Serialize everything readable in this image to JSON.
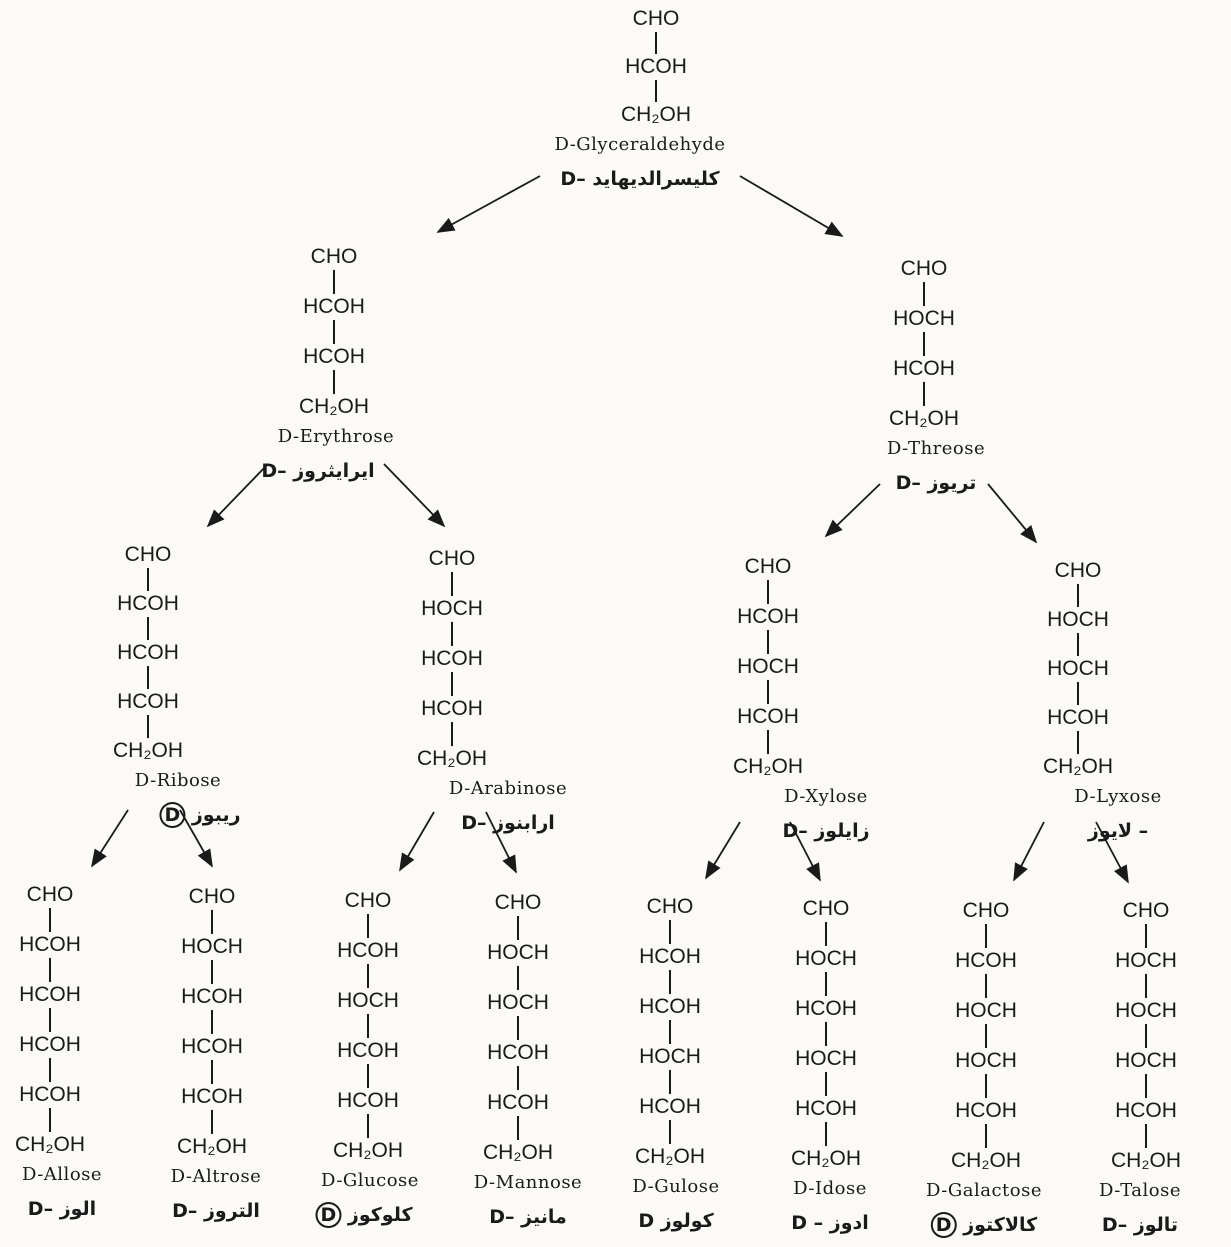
{
  "molecules": [
    {
      "id": "glyceraldehyde",
      "groups": [
        "CHO",
        "HCOH",
        "CH₂OH"
      ],
      "name": "D-Glyceraldehyde",
      "arabic": "D– کلیسرالدیهاید"
    },
    {
      "id": "erythrose",
      "groups": [
        "CHO",
        "HCOH",
        "HCOH",
        "CH₂OH"
      ],
      "name": "D-Erythrose",
      "arabic": "D– ایرایثروز"
    },
    {
      "id": "threose",
      "groups": [
        "CHO",
        "HOCH",
        "HCOH",
        "CH₂OH"
      ],
      "name": "D-Threose",
      "arabic": "D– تریوز"
    },
    {
      "id": "ribose",
      "groups": [
        "CHO",
        "HCOH",
        "HCOH",
        "HCOH",
        "CH₂OH"
      ],
      "name": "D-Ribose",
      "arabic": "ریبوز",
      "circled": "D"
    },
    {
      "id": "arabinose",
      "groups": [
        "CHO",
        "HOCH",
        "HCOH",
        "HCOH",
        "CH₂OH"
      ],
      "name": "D-Arabinose",
      "arabic": "D– ارابنوز"
    },
    {
      "id": "xylose",
      "groups": [
        "CHO",
        "HCOH",
        "HOCH",
        "HCOH",
        "CH₂OH"
      ],
      "name": "D-Xylose",
      "arabic": "D– زایلوز"
    },
    {
      "id": "lyxose",
      "groups": [
        "CHO",
        "HOCH",
        "HOCH",
        "HCOH",
        "CH₂OH"
      ],
      "name": "D-Lyxose",
      "arabic": "– لایوز"
    },
    {
      "id": "allose",
      "groups": [
        "CHO",
        "HCOH",
        "HCOH",
        "HCOH",
        "HCOH",
        "CH₂OH"
      ],
      "name": "D-Allose",
      "arabic": "D– الوز"
    },
    {
      "id": "altrose",
      "groups": [
        "CHO",
        "HOCH",
        "HCOH",
        "HCOH",
        "HCOH",
        "CH₂OH"
      ],
      "name": "D-Altrose",
      "arabic": "D– التروز"
    },
    {
      "id": "glucose",
      "groups": [
        "CHO",
        "HCOH",
        "HOCH",
        "HCOH",
        "HCOH",
        "CH₂OH"
      ],
      "name": "D-Glucose",
      "arabic": "کلوکوز",
      "circled": "D"
    },
    {
      "id": "mannose",
      "groups": [
        "CHO",
        "HOCH",
        "HOCH",
        "HCOH",
        "HCOH",
        "CH₂OH"
      ],
      "name": "D-Mannose",
      "arabic": "D– مانیز"
    },
    {
      "id": "gulose",
      "groups": [
        "CHO",
        "HCOH",
        "HCOH",
        "HOCH",
        "HCOH",
        "CH₂OH"
      ],
      "name": "D-Gulose",
      "arabic": "D کولوز"
    },
    {
      "id": "idose",
      "groups": [
        "CHO",
        "HOCH",
        "HCOH",
        "HOCH",
        "HCOH",
        "CH₂OH"
      ],
      "name": "D-Idose",
      "arabic": "D – ادوز"
    },
    {
      "id": "galactose",
      "groups": [
        "CHO",
        "HCOH",
        "HOCH",
        "HOCH",
        "HCOH",
        "CH₂OH"
      ],
      "name": "D-Galactose",
      "arabic": "کالاکتوز",
      "circled": "D"
    },
    {
      "id": "talose",
      "groups": [
        "CHO",
        "HOCH",
        "HOCH",
        "HOCH",
        "HCOH",
        "CH₂OH"
      ],
      "name": "D-Talose",
      "arabic": "D– تالوز"
    }
  ]
}
